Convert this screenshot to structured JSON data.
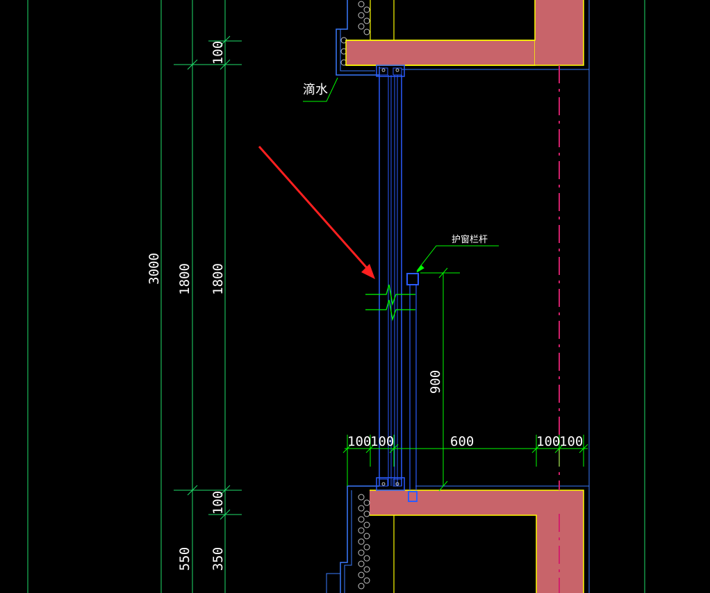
{
  "drawing": {
    "dims_left": {
      "total_height": "3000",
      "window_height_a": "1800",
      "window_height_b": "1800",
      "top_small_a": "100",
      "bottom_small_a": "100",
      "sill_height_a": "550",
      "sill_height_b": "350"
    },
    "dims_bottom": {
      "d1": "100",
      "d2": "100",
      "d3": "600",
      "d4": "100",
      "d5": "100"
    },
    "dim_vertical_right": "900",
    "labels": {
      "drip": "滴水",
      "guard_rail": "护窗栏杆"
    },
    "colors": {
      "background": "#000000",
      "dimension_lines": "#00ff00",
      "grid_lines": "#1fe06b",
      "window_frame": "#2b5cff",
      "outline_blue": "#3a7bff",
      "concrete": "#c8646a",
      "slab_edge": "#ffff00",
      "arrow": "#ff2020",
      "centerline": "#d0206a",
      "text": "#ffffff"
    }
  }
}
